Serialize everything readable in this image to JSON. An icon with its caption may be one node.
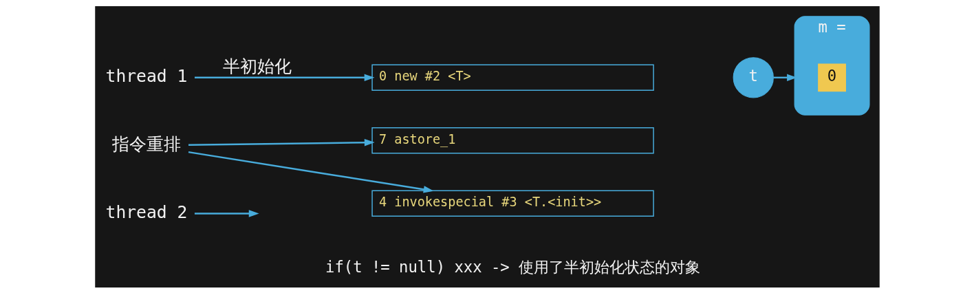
{
  "diagram": {
    "nodes": [
      {
        "text": [
          "thread 1"
        ]
      },
      {
        "text": [
          "0 new #2 <T>"
        ]
      },
      {
        "text": [
          "7 astore_1"
        ]
      },
      {
        "text": [
          "4 invokespecial #3 <T.<init>>"
        ]
      },
      {
        "text": [
          "指令重排"
        ]
      },
      {
        "text": [
          "thread 2"
        ]
      },
      {
        "text": [
          "t"
        ]
      },
      {
        "text": [
          "m ="
        ]
      },
      {
        "text": [
          "0"
        ],
        "in": 7
      }
    ],
    "edges": [
      {
        "from": 0,
        "to": 1,
        "arrow": "to",
        "label": "半初始化"
      },
      {
        "from": 4,
        "to": 2,
        "arrow": "to"
      },
      {
        "from": 4,
        "to": 3,
        "arrow": "to"
      },
      {
        "from": 5,
        "to": null,
        "arrow": "to"
      },
      {
        "from": 6,
        "to": 7,
        "arrow": "to"
      }
    ],
    "labels": [
      "if(t != null) xxx -> 使用了半初始化状态的对象"
    ]
  }
}
